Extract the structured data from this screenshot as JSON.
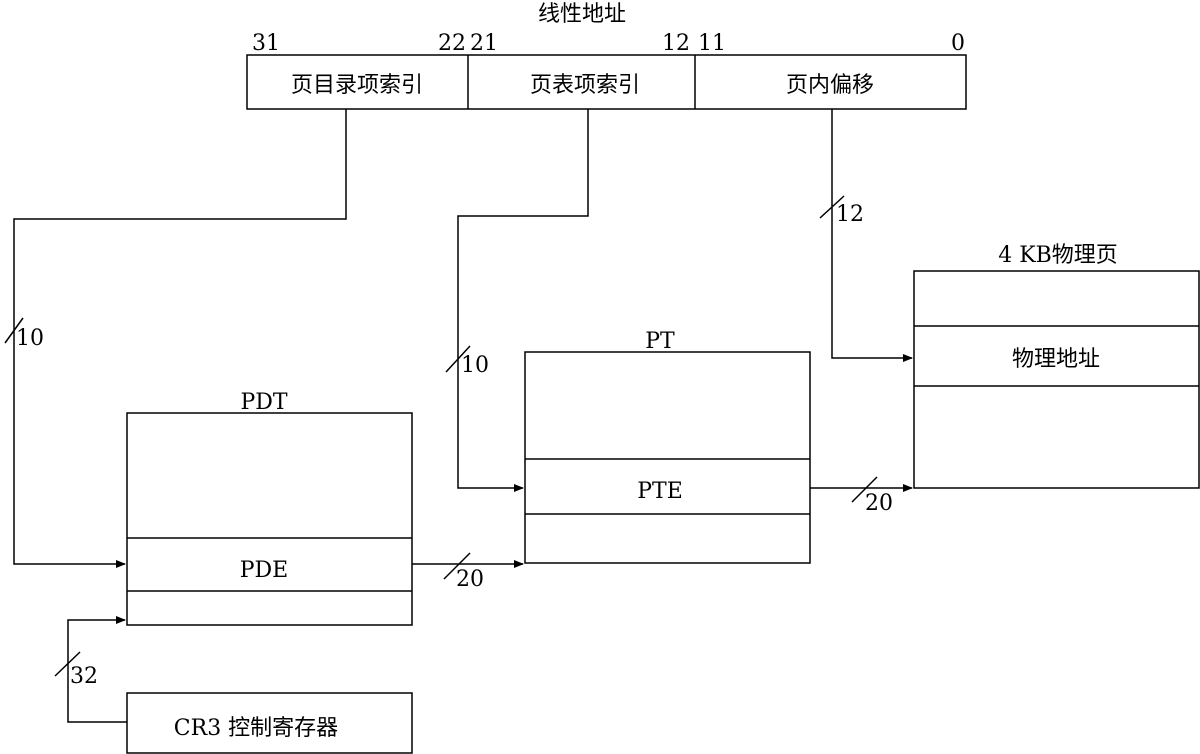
{
  "title": "线性地址",
  "address_fields": {
    "dir_index": "页目录项索引",
    "table_index": "页表项索引",
    "offset": "页内偏移"
  },
  "bit_labels": {
    "b31": "31",
    "b22": "22",
    "b21": "21",
    "b12": "12",
    "b11": "11",
    "b0": "0"
  },
  "pdt": {
    "title": "PDT",
    "entry": "PDE"
  },
  "pt": {
    "title": "PT",
    "entry": "PTE"
  },
  "page": {
    "title": "4 KB物理页",
    "entry": "物理地址"
  },
  "cr3": {
    "label": "CR3 控制寄存器"
  },
  "bus_widths": {
    "dir_index_bus": "10",
    "table_index_bus": "10",
    "offset_bus": "12",
    "pde_to_pt": "20",
    "pte_to_page": "20",
    "cr3_bus": "32"
  },
  "colors": {
    "stroke": "#000000",
    "background": "#ffffff"
  }
}
